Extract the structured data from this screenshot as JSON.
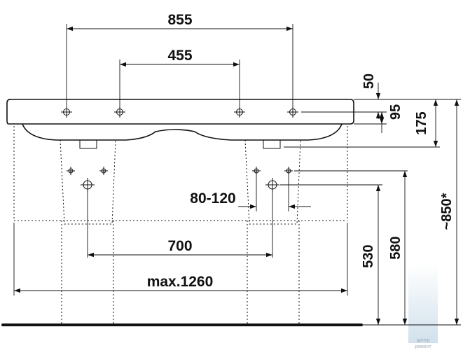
{
  "dimensions": {
    "d855": "855",
    "d455": "455",
    "d50": "50",
    "d95": "95",
    "d175": "175",
    "d80_120": "80-120",
    "d700": "700",
    "dmax1260": "max.1260",
    "d530": "530",
    "d580": "580",
    "d850": "~850*"
  },
  "watermark": {
    "line1": "центр",
    "line2": "ремонт"
  },
  "colors": {
    "ink": "#111111",
    "watermark": "#c9dbe8"
  }
}
